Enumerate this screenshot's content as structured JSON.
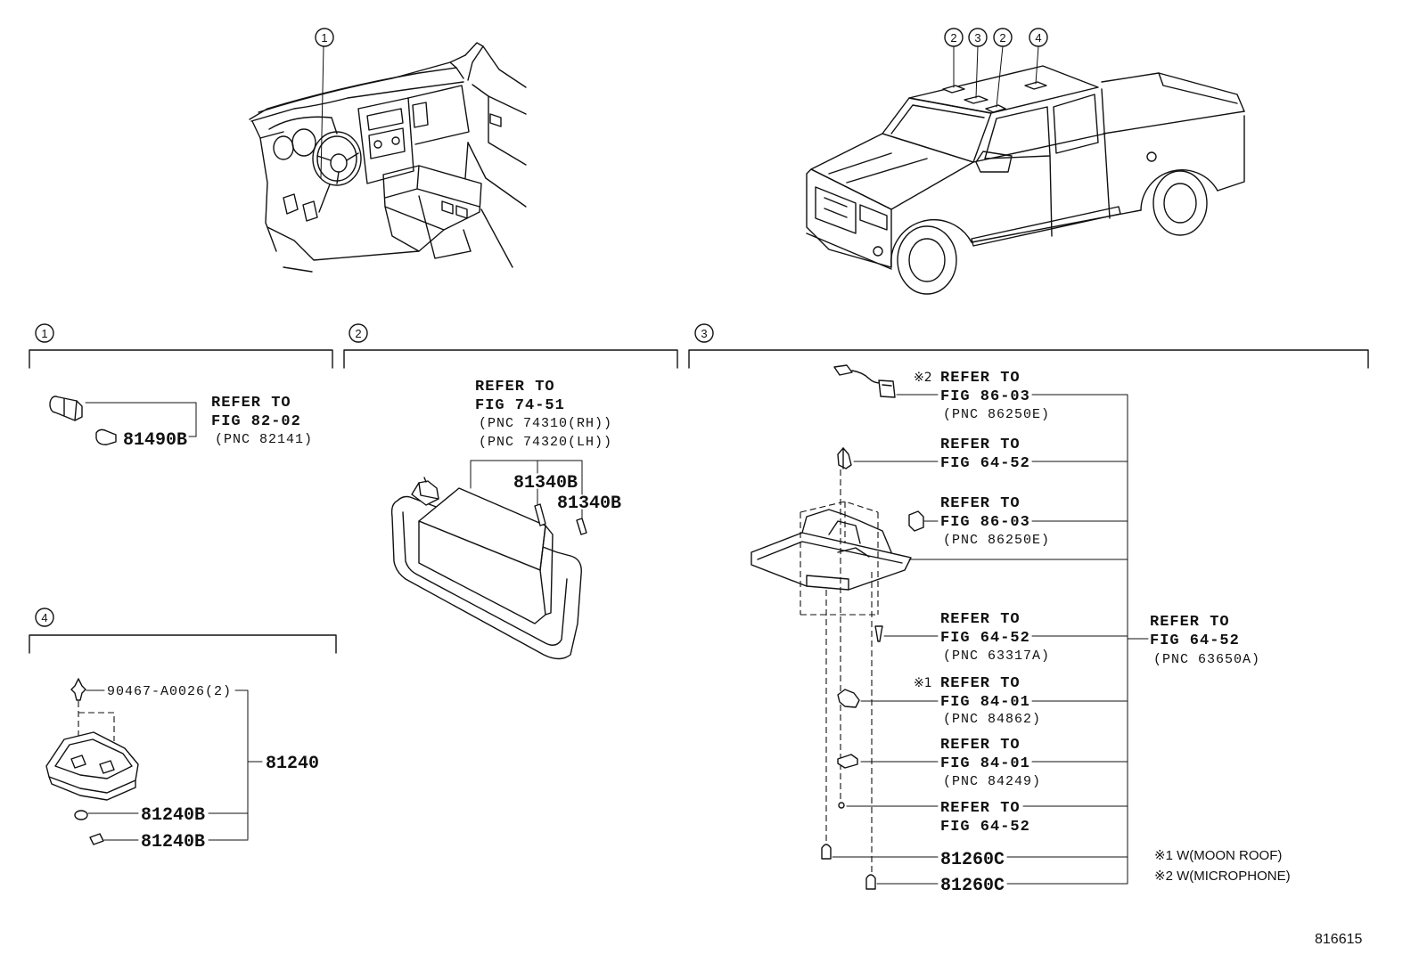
{
  "overview": {
    "dashboard_callout": "1",
    "truck_callouts": [
      "2",
      "3",
      "2",
      "4"
    ]
  },
  "section_1": {
    "number": "1",
    "refer": "REFER TO",
    "fig": "FIG 82-02",
    "pnc": "(PNC 82141)",
    "part": "81490B"
  },
  "section_2": {
    "number": "2",
    "refer": "REFER TO",
    "fig": "FIG 74-51",
    "pnc_rh": "(PNC 74310(RH))",
    "pnc_lh": "(PNC 74320(LH))",
    "part_upper": "81340B",
    "part_lower": "81340B"
  },
  "section_3": {
    "number": "3",
    "refs": [
      {
        "mark": "※2",
        "refer": "REFER TO",
        "fig": "FIG 86-03",
        "pnc": "(PNC 86250E)"
      },
      {
        "refer": "REFER TO",
        "fig": "FIG 64-52"
      },
      {
        "refer": "REFER TO",
        "fig": "FIG 86-03",
        "pnc": "(PNC 86250E)"
      },
      {
        "refer": "REFER TO",
        "fig": "FIG 64-52",
        "pnc": "(PNC 63317A)"
      },
      {
        "mark": "※1",
        "refer": "REFER TO",
        "fig": "FIG 84-01",
        "pnc": "(PNC 84862)"
      },
      {
        "refer": "REFER TO",
        "fig": "FIG 84-01",
        "pnc": "(PNC 84249)"
      },
      {
        "refer": "REFER TO",
        "fig": "FIG 64-52"
      }
    ],
    "assembly_ref": {
      "refer": "REFER TO",
      "fig": "FIG 64-52",
      "pnc": "(PNC 63650A)"
    },
    "parts": [
      "81260C",
      "81260C"
    ],
    "notes": [
      "※1 W(MOON ROOF)",
      "※2 W(MICROPHONE)"
    ]
  },
  "section_4": {
    "number": "4",
    "clip": "90467-A0026(2)",
    "assembly": "81240",
    "bulbs": [
      "81240B",
      "81240B"
    ]
  },
  "illustration_id": "816615"
}
